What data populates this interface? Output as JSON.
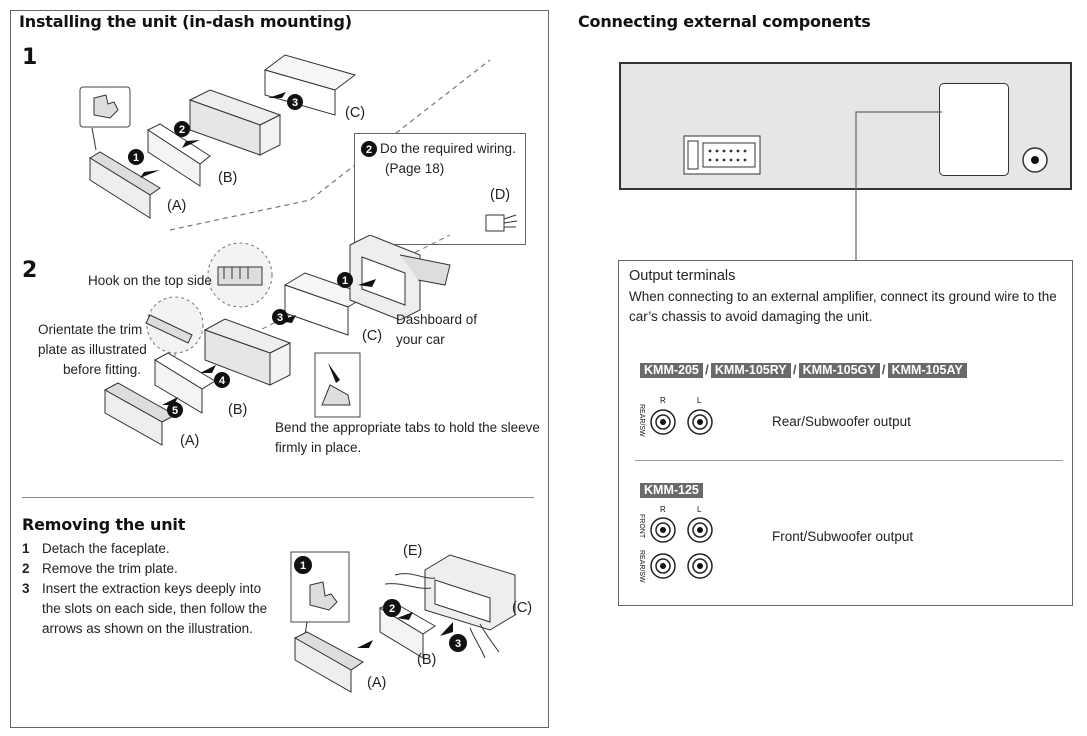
{
  "install": {
    "title": "Installing the unit (in-dash mounting)",
    "step1": "1",
    "step2": "2",
    "wiring_note_line1": "Do the required wiring.",
    "wiring_note_line2": "(Page 18)",
    "label_a": "(A)",
    "label_b": "(B)",
    "label_c": "(C)",
    "label_d": "(D)",
    "hook_note": "Hook on the top side",
    "orientate_line1": "Orientate the trim",
    "orientate_line2": "plate as illustrated",
    "orientate_line3": "before fitting.",
    "dashboard_line1": "Dashboard of",
    "dashboard_line2": "your car",
    "bend_line1": "Bend the appropriate tabs to hold the sleeve",
    "bend_line2": "firmly in place."
  },
  "removing": {
    "title": "Removing the unit",
    "steps": [
      {
        "num": "1",
        "text": "Detach the faceplate."
      },
      {
        "num": "2",
        "text": "Remove the trim plate."
      },
      {
        "num": "3",
        "text": "Insert the extraction keys deeply into"
      }
    ],
    "step3_line2": "the slots on each side, then follow the",
    "step3_line3": "arrows as shown on the illustration.",
    "label_e": "(E)",
    "label_a": "(A)",
    "label_b": "(B)",
    "label_c": "(C)"
  },
  "external": {
    "title": "Connecting external components",
    "output_title": "Output terminals",
    "output_desc_line1": "When connecting to an external amplifier, connect its ground wire to the",
    "output_desc_line2": "car’s chassis to avoid damaging the unit.",
    "models_group1": [
      "KMM-205",
      "KMM-105RY",
      "KMM-105GY",
      "KMM-105AY"
    ],
    "models_group2": [
      "KMM-125"
    ],
    "jack_r": "R",
    "jack_l": "L",
    "rear_sw": "REAR/SW",
    "front": "FRONT",
    "rear_sub_output": "Rear/Subwoofer output",
    "front_sub_output": "Front/Subwoofer output"
  },
  "colors": {
    "border": "#666666",
    "unit_fill": "#e6e6e6",
    "model_badge": "#6a6a6a"
  }
}
